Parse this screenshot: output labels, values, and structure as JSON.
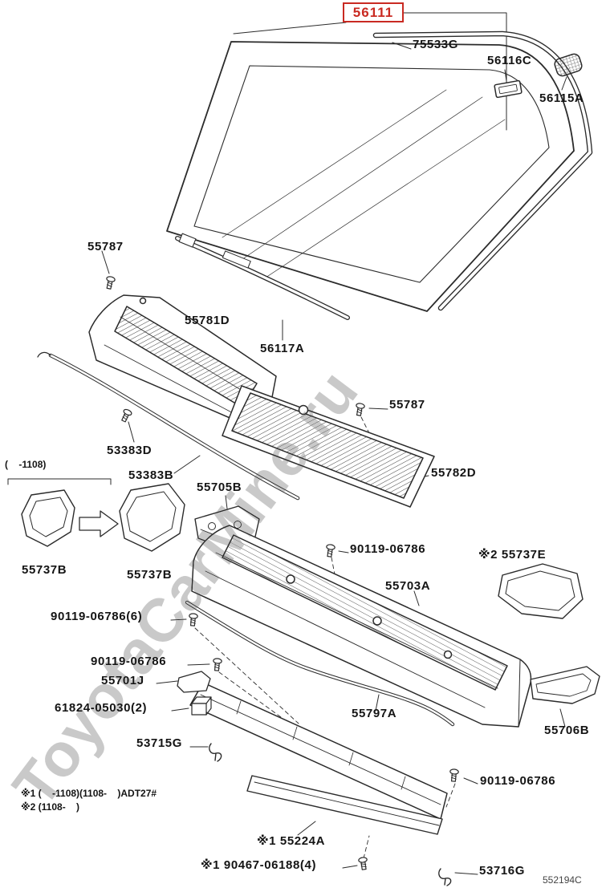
{
  "colors": {
    "highlight": "#c92a22",
    "line": "#2b2b2b",
    "watermark": "#c9c9c9"
  },
  "watermark": "ToyotaCarMine.ru",
  "doc_code": "552194C",
  "labels": {
    "main": "56111",
    "molding": "75533G",
    "cushion": "56116C",
    "spacer": "56115A",
    "clip_a": "55787",
    "cowl_top": "55781D",
    "dam_seal": "56117A",
    "clip_b": "55787",
    "strip_d": "53383D",
    "strip_b": "53383B",
    "bracket_5705": "55705B",
    "range_note": "(    -1108)",
    "bracket_5737_old": "55737B",
    "bracket_5737_new": "55737B",
    "bolt_a": "90119-06786",
    "bracket_5737e": "※2 55737E",
    "panel_lower": "55703A",
    "panel_mid": "55782D",
    "bolt_six": "90119-06786(6)",
    "bolt_b": "90119-06786",
    "bracket_5701j": "55701J",
    "cushion_61824": "61824-05030(2)",
    "hose": "55797A",
    "bracket_5706b": "55706B",
    "clip_53715": "53715G",
    "bolt_c": "90119-06786",
    "footnote1": "※1 (    -1108)(1108-    )ADT27#",
    "footnote2": "※2 (1108-    )",
    "seal_55224": "※1 55224A",
    "bolt_90467": "※1 90467-06188(4)",
    "clip_53716": "53716G"
  }
}
